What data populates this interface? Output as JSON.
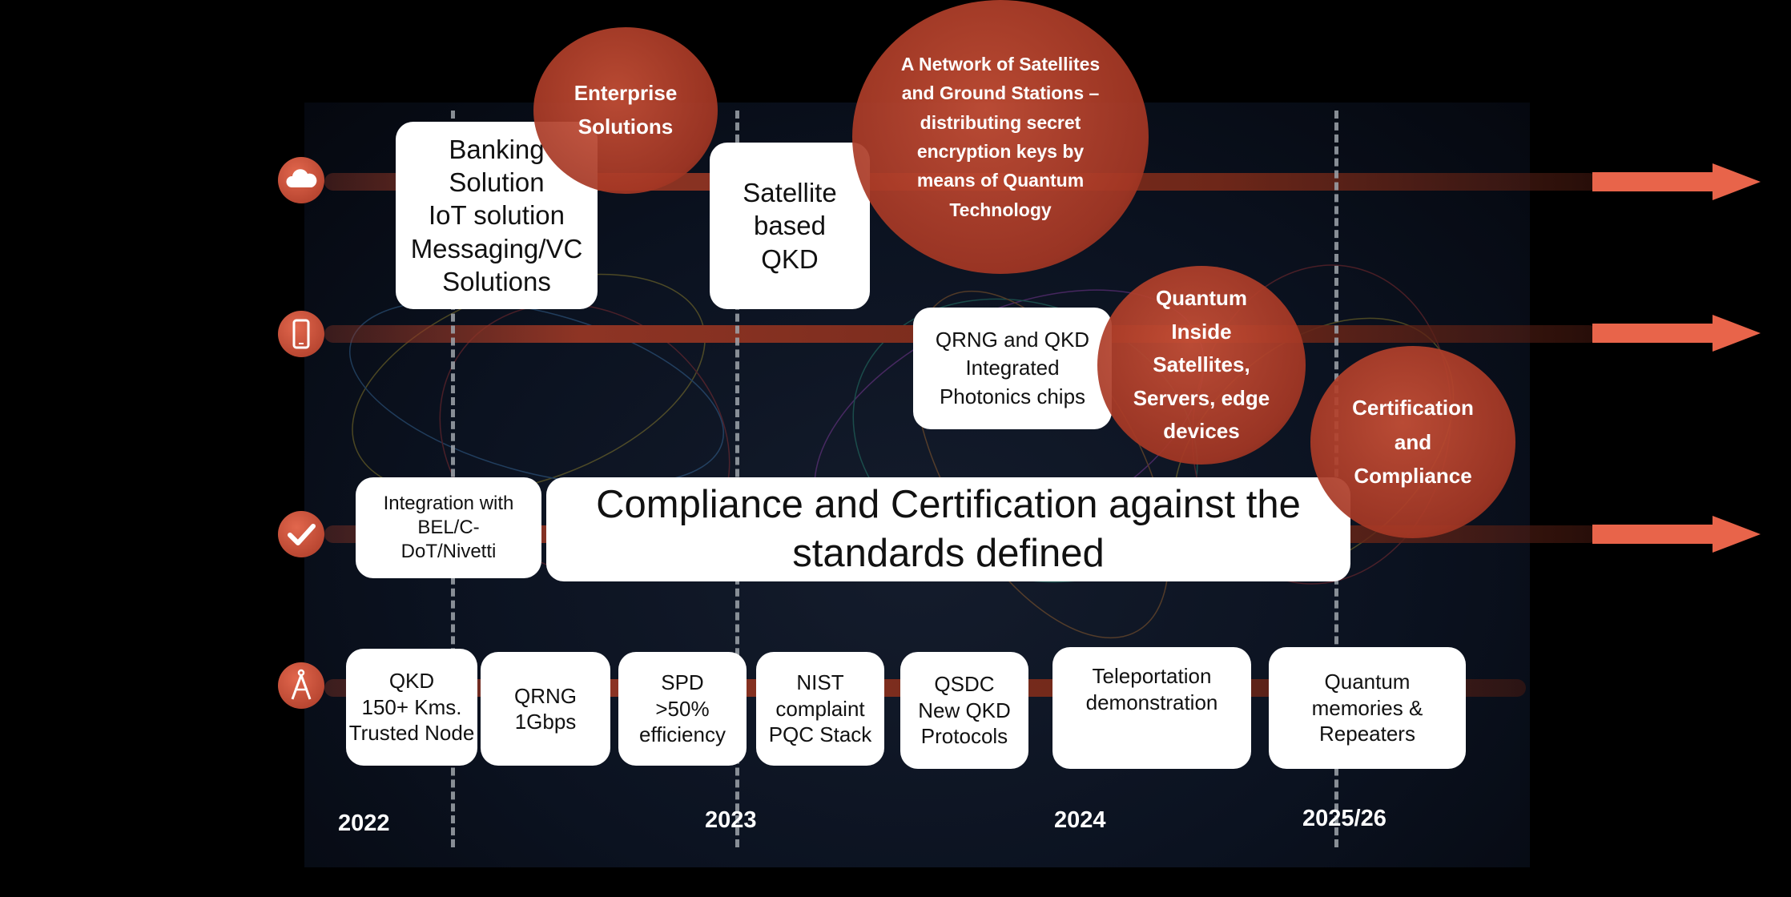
{
  "colors": {
    "accent": "#e8644a",
    "lane": "#8e3424",
    "bubble": "#b84a33",
    "box": "#ffffff",
    "background": "#000000"
  },
  "icons": [
    "cloud-icon",
    "smartphone-icon",
    "checkmark-icon",
    "compass-icon"
  ],
  "years": [
    "2022",
    "2023",
    "2024",
    "2025/26"
  ],
  "lanes": {
    "cloud": {
      "boxes": {
        "banking": "Banking\nSolution\nIoT solution\nMessaging/VC\nSolutions",
        "satellite": "Satellite\nbased\nQKD"
      },
      "bubbles": {
        "enterprise": "Enterprise\nSolutions",
        "network": "A Network of Satellites\nand Ground Stations –\ndistributing secret\nencryption keys by\nmeans of Quantum\nTechnology"
      }
    },
    "device": {
      "boxes": {
        "qrng_chips": "QRNG and QKD\nIntegrated\nPhotonics chips"
      },
      "bubbles": {
        "quantum_inside": "Quantum\nInside\nSatellites,\nServers, edge\ndevices"
      }
    },
    "compliance": {
      "boxes": {
        "integration": "Integration with\nBEL/C-\nDoT/Nivetti",
        "compliance": "Compliance and Certification against the\nstandards defined"
      },
      "bubbles": {
        "certification": "Certification\nand\nCompliance"
      }
    },
    "research": {
      "boxes": [
        "QKD\n150+ Kms.\nTrusted Node",
        "QRNG\n1Gbps",
        "SPD\n>50%\nefficiency",
        "NIST\ncomplaint\nPQC Stack",
        "QSDC\nNew QKD\nProtocols",
        "Teleportation\ndemonstration",
        "Quantum\nmemories &\nRepeaters"
      ]
    }
  }
}
